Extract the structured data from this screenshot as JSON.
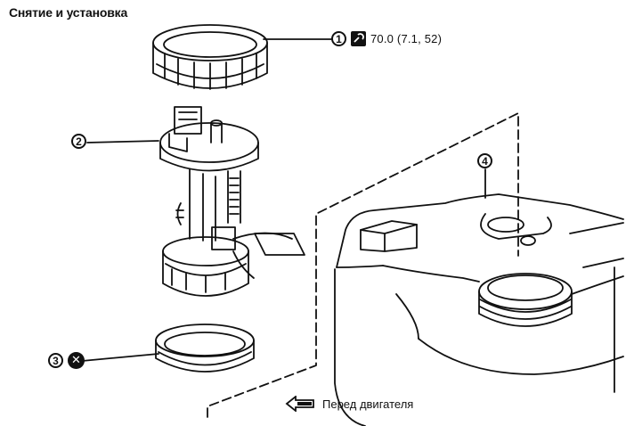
{
  "title": "Снятие и установка",
  "callouts": {
    "c1": {
      "number": "1",
      "spec": "70.0 (7.1, 52)",
      "icon": "torque-wrench-icon"
    },
    "c2": {
      "number": "2"
    },
    "c3": {
      "number": "3",
      "icon": "do-not-reuse-icon"
    },
    "c4": {
      "number": "4"
    }
  },
  "front_label": "Перед двигателя",
  "colors": {
    "ink": "#111111",
    "paper": "#ffffff"
  }
}
